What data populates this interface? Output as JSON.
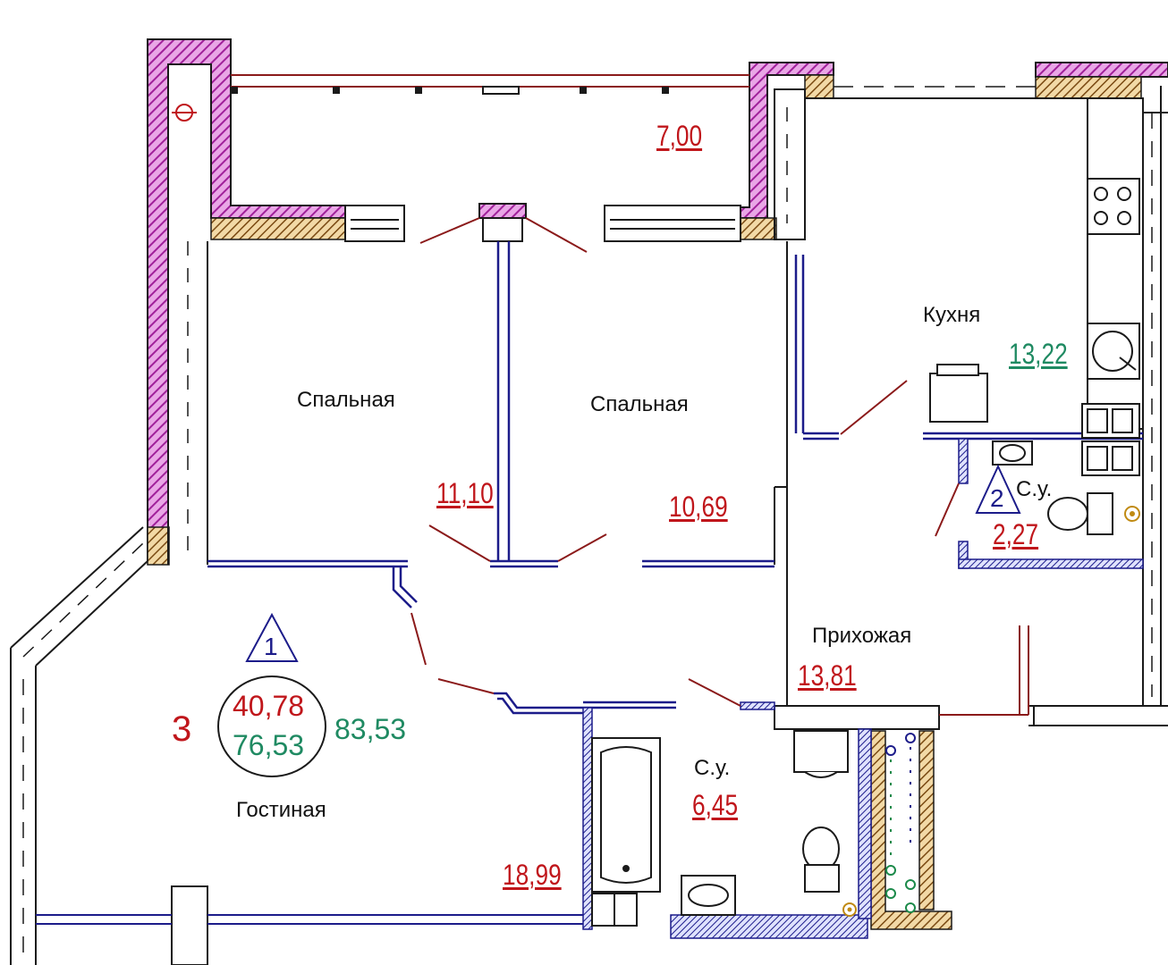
{
  "rooms": {
    "balcony": {
      "area": "7,00"
    },
    "bedroom_left": {
      "name": "Спальная",
      "area": "11,10"
    },
    "bedroom_right": {
      "name": "Спальная",
      "area": "10,69"
    },
    "kitchen": {
      "name": "Кухня",
      "area": "13,22"
    },
    "bathroom_small": {
      "name": "С.у.",
      "area": "2,27"
    },
    "hallway": {
      "name": "Прихожая",
      "area": "13,81"
    },
    "bathroom_large": {
      "name": "С.у.",
      "area": "6,45"
    },
    "living_room": {
      "name": "Гостиная",
      "area": "18,99"
    }
  },
  "apartment": {
    "rooms_count": "3",
    "living_area": "40,78",
    "total_area": "76,53",
    "total_with_balcony": "83,53"
  },
  "markers": {
    "marker_1": "1",
    "marker_2": "2"
  },
  "colors": {
    "wall_outline": "#1a1a1a",
    "exterior_hatch": "#b02aa8",
    "interior_wall": "#1c1c8a",
    "door_swing": "#8b1a1a",
    "brown_hatch": "#8a5a1e",
    "label_red": "#c0161b",
    "label_green": "#1f8a62"
  }
}
